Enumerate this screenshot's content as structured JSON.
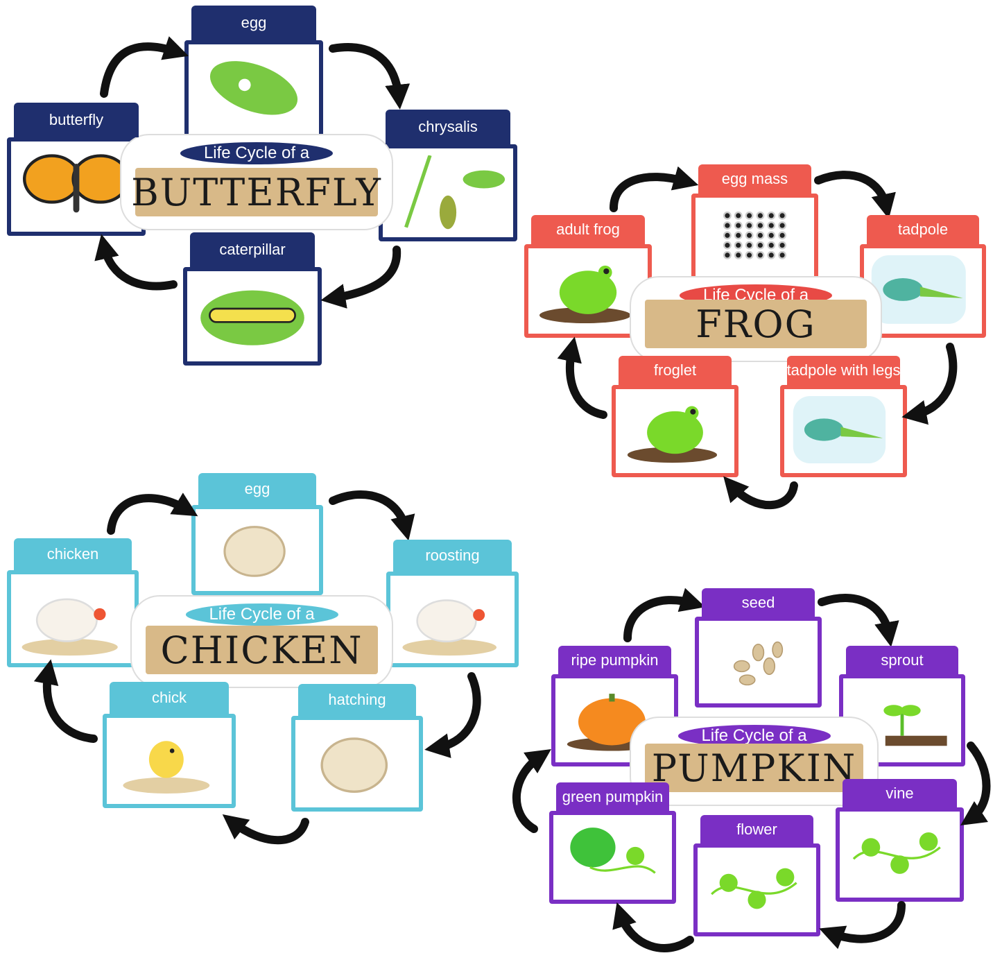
{
  "subtitle": "Life Cycle of a",
  "cycles": [
    {
      "id": "butterfly",
      "title": "BUTTERFLY",
      "color": "#1f2f6e",
      "sub_color": "#1f2f6e",
      "stages": [
        "egg",
        "chrysalis",
        "caterpillar",
        "butterfly"
      ]
    },
    {
      "id": "frog",
      "title": "FROG",
      "color": "#ee5a4f",
      "sub_color": "#e84a45",
      "stages": [
        "egg mass",
        "tadpole",
        "tadpole with legs",
        "froglet",
        "adult frog"
      ]
    },
    {
      "id": "chicken",
      "title": "CHICKEN",
      "color": "#5bc4d8",
      "sub_color": "#5bc4d8",
      "stages": [
        "egg",
        "roosting",
        "hatching",
        "chick",
        "chicken"
      ]
    },
    {
      "id": "pumpkin",
      "title": "PUMPKIN",
      "color": "#7a2fc4",
      "sub_color": "#7a2fc4",
      "stages": [
        "seed",
        "sprout",
        "vine",
        "flower",
        "green pumpkin",
        "ripe pumpkin"
      ]
    }
  ]
}
